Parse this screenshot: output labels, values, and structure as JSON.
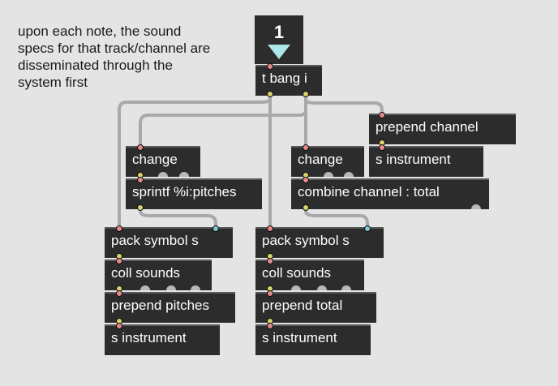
{
  "comment": "upon each note, the sound\nspecs for that track/channel are\ndisseminated through the\nsystem first",
  "message_box": {
    "value": "1"
  },
  "objects": {
    "t_bang_i": "t bang i",
    "prepend_channel": "prepend channel",
    "s_instrument_top": "s instrument",
    "change_left": "change",
    "change_right": "change",
    "sprintf": "sprintf %i:pitches",
    "combine": "combine channel : total",
    "pack_left": "pack symbol s",
    "pack_right": "pack symbol s",
    "coll_left": "coll sounds",
    "coll_right": "coll sounds",
    "prepend_pitches": "prepend pitches",
    "prepend_total": "prepend total",
    "s_instrument_left": "s instrument",
    "s_instrument_right": "s instrument"
  },
  "colors": {
    "background": "#e4e4e4",
    "object": "#2c2c2c",
    "cable": "#a9a9a9",
    "inlet_hot": "#e58a8a",
    "inlet_cold": "#7fc8d4",
    "outlet": "#d8d46a"
  }
}
